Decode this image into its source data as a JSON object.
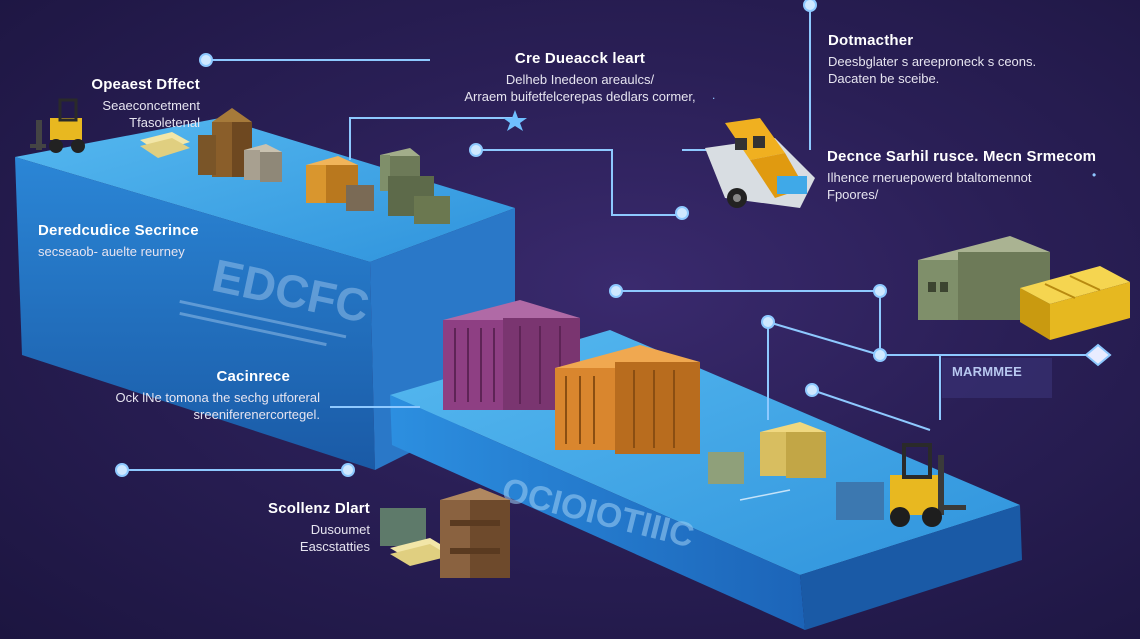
{
  "labels": {
    "top_left": {
      "title": "Opeaest Dffect",
      "line1": "Seaeconcetment",
      "line2": "Tfasoletenal"
    },
    "top_center": {
      "title": "Cre Dueacck leart",
      "line1": "Delheb Inedeon areaulcs/",
      "line2": "Arraem buifetfelcerepas dedlars cormer,",
      "marker": "."
    },
    "top_right": {
      "title": "Dotmacther",
      "line1": "Deesbglater s areeproneck s ceons.",
      "line2": "Dacaten be sceibe."
    },
    "mid_right": {
      "title": "Decnce Sarhil rusce. Mecn Srmecom",
      "line1": "Ilhence rneruepowerd btaltomennot",
      "line2": "Fpoores/",
      "marker": "•"
    },
    "left_mid": {
      "title": "Deredcudice Secrince",
      "line1": "secseaob- auelte reurney"
    },
    "center_left": {
      "title": "Cacinrece",
      "line1": "Ock lNe tomona the sechg utforeral",
      "line2": "sreeniferenercortegel."
    },
    "bottom_left": {
      "title": "Scollenz Dlart",
      "line1": "Dusoumet",
      "line2": "Eascstatties"
    },
    "right_tag": {
      "title": "MARMMEE"
    },
    "platform_text": {
      "back": "EDCFC",
      "front": "OCIOIOTIIIC"
    }
  },
  "colors": {
    "background": "#2a1f56",
    "platform_top": "#3fa9e8",
    "platform_side": "#1f6fc4",
    "connector": "#8ec9ff",
    "container_purple": "#9b4f8f",
    "container_orange": "#d9862e",
    "container_green": "#7f8f6a",
    "forklift_yellow": "#e8b820"
  },
  "icons": [
    "forklift-icon",
    "truck-icon",
    "container-icon",
    "crate-icon",
    "star-icon",
    "diamond-icon"
  ]
}
